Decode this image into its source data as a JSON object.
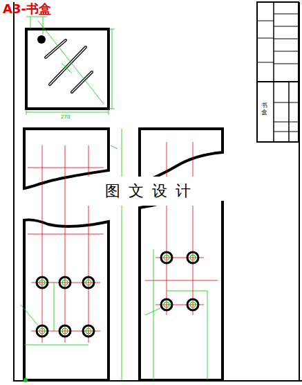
{
  "diagram": {
    "title": "A3-书盒",
    "labels": [
      "270",
      "图文设计",
      "书盒"
    ]
  }
}
